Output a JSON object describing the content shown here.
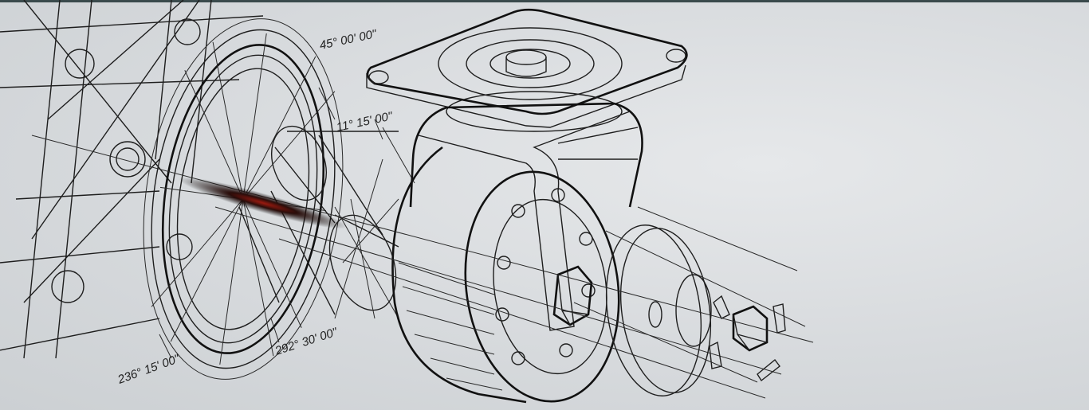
{
  "angle_labels": {
    "a45": "45° 00' 00\"",
    "a11": "11° 15' 00\"",
    "a292": "292° 30' 00\"",
    "a236": "236° 15' 00\""
  },
  "colors": {
    "background": "#d9dcdf",
    "ink": "#1e1e1e",
    "streak": "#8a1a12"
  }
}
